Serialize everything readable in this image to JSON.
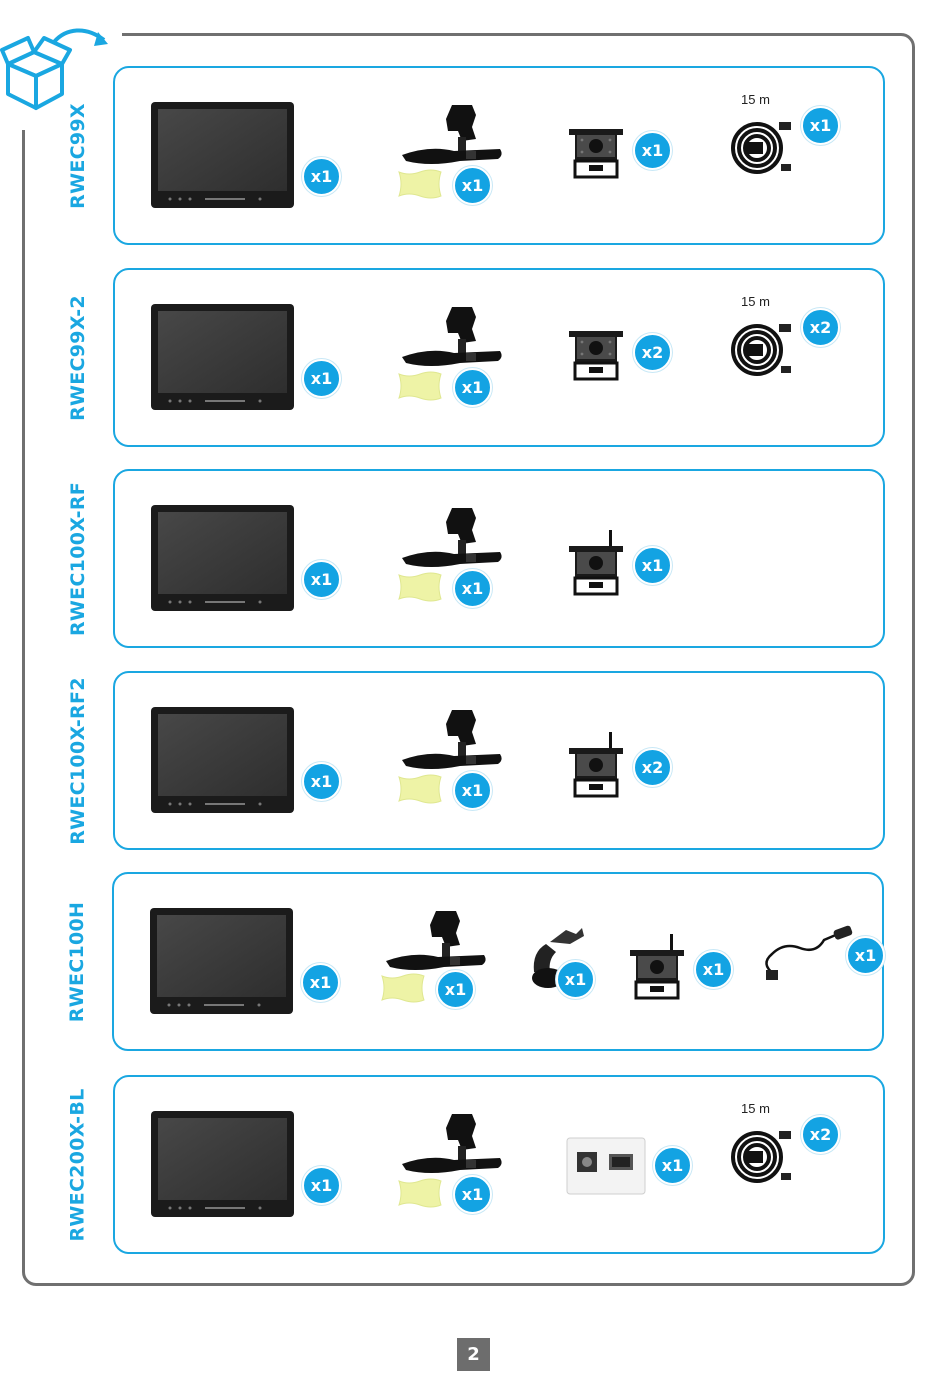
{
  "page_number": "2",
  "icons": {
    "package": "open-box-arrow-icon"
  },
  "colors": {
    "accent": "#1aa7e1",
    "frame": "#707070",
    "badge": "#13a3e3"
  },
  "kits": [
    {
      "model": "RWEC99X",
      "items": [
        {
          "icon": "monitor-icon",
          "qty": "x1"
        },
        {
          "icon": "monitor-mount-icon",
          "qty": ""
        },
        {
          "icon": "adhesive-pad-icon",
          "qty": "x1"
        },
        {
          "icon": "camera-icon",
          "qty": "x1"
        },
        {
          "icon": "cable-icon",
          "qty": "x1",
          "length": "15 m"
        }
      ]
    },
    {
      "model": "RWEC99X-2",
      "items": [
        {
          "icon": "monitor-icon",
          "qty": "x1"
        },
        {
          "icon": "monitor-mount-icon",
          "qty": ""
        },
        {
          "icon": "adhesive-pad-icon",
          "qty": "x1"
        },
        {
          "icon": "camera-icon",
          "qty": "x2"
        },
        {
          "icon": "cable-icon",
          "qty": "x2",
          "length": "15 m"
        }
      ]
    },
    {
      "model": "RWEC100X-RF",
      "items": [
        {
          "icon": "monitor-icon",
          "qty": "x1"
        },
        {
          "icon": "monitor-mount-icon",
          "qty": ""
        },
        {
          "icon": "adhesive-pad-icon",
          "qty": "x1"
        },
        {
          "icon": "wireless-camera-icon",
          "qty": "x1"
        }
      ]
    },
    {
      "model": "RWEC100X-RF2",
      "items": [
        {
          "icon": "monitor-icon",
          "qty": "x1"
        },
        {
          "icon": "monitor-mount-icon",
          "qty": ""
        },
        {
          "icon": "adhesive-pad-icon",
          "qty": "x1"
        },
        {
          "icon": "wireless-camera-icon",
          "qty": "x2"
        }
      ]
    },
    {
      "model": "RWEC100H",
      "items": [
        {
          "icon": "monitor-icon",
          "qty": "x1"
        },
        {
          "icon": "monitor-mount-icon",
          "qty": ""
        },
        {
          "icon": "adhesive-pad-icon",
          "qty": "x1"
        },
        {
          "icon": "suction-mount-icon",
          "qty": "x1"
        },
        {
          "icon": "wireless-camera-icon",
          "qty": "x1"
        },
        {
          "icon": "power-cable-icon",
          "qty": "x1"
        }
      ]
    },
    {
      "model": "RWEC200X-BL",
      "items": [
        {
          "icon": "monitor-icon",
          "qty": "x1"
        },
        {
          "icon": "monitor-mount-icon",
          "qty": ""
        },
        {
          "icon": "adhesive-pad-icon",
          "qty": "x1"
        },
        {
          "icon": "white-camera-icon",
          "qty": "x1"
        },
        {
          "icon": "cable-icon",
          "qty": "x2",
          "length": "15 m"
        }
      ]
    }
  ]
}
